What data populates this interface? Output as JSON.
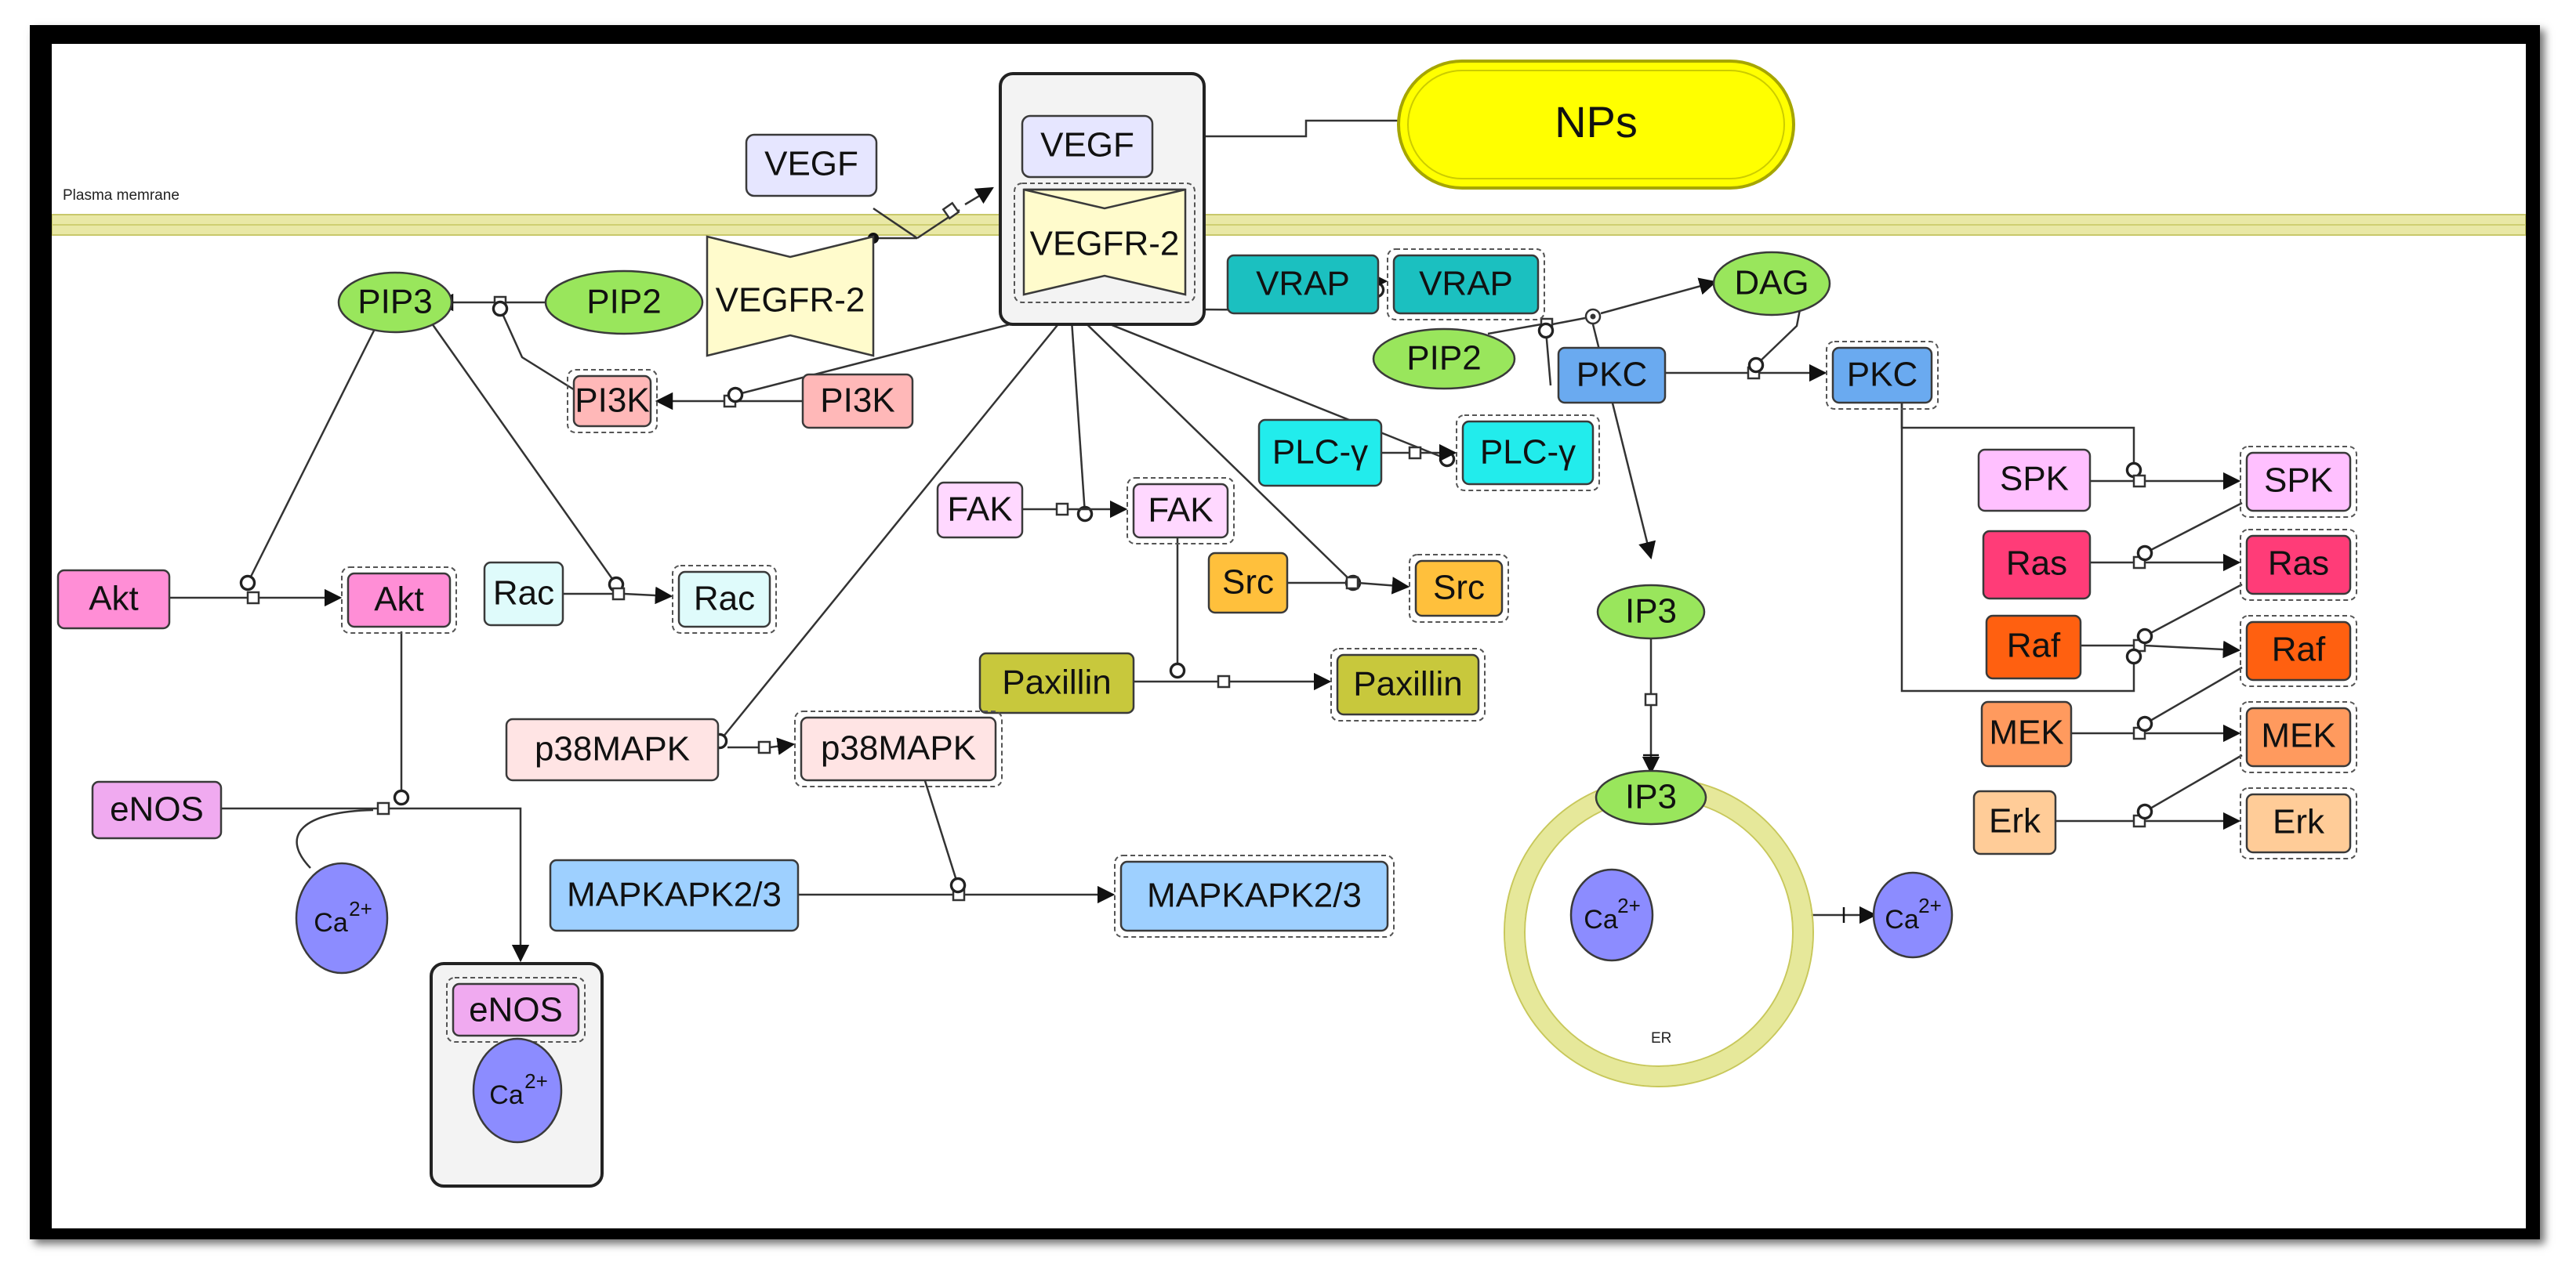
{
  "labels": {
    "membrane": "Plasma memrane",
    "nps": "NPs",
    "vegf": "VEGF",
    "vegfr2": "VEGFR-2",
    "pip3": "PIP3",
    "pip2": "PIP2",
    "pi3k": "PI3K",
    "akt": "Akt",
    "rac": "Rac",
    "enos": "eNOS",
    "ca": "Ca",
    "ca_sup": "2+",
    "vrap": "VRAP",
    "dag": "DAG",
    "pkc": "PKC",
    "plcg": "PLC-γ",
    "fak": "FAK",
    "src": "Src",
    "paxillin": "Paxillin",
    "p38mapk": "p38MAPK",
    "mapkapk": "MAPKAPK2/3",
    "ip3": "IP3",
    "er": "ER",
    "spk": "SPK",
    "ras": "Ras",
    "raf": "Raf",
    "mek": "MEK",
    "erk": "Erk"
  },
  "colors": {
    "nps": "#ffff00",
    "membrane": "#e9e8a6",
    "vegf": "#e6e6ff",
    "vegfr2": "#fffbcc",
    "small_molecule": "#99e65c",
    "pi3k": "#ffb8b8",
    "akt": "#ff8ed6",
    "rac": "#dffbfb",
    "enos": "#f0aaf0",
    "calcium": "#8c8cff",
    "vrap": "#1bc0c0",
    "pkc": "#6aaaf0",
    "plcg": "#22ecec",
    "fak": "#ffd8ff",
    "src": "#ffc03c",
    "paxillin": "#c8c83c",
    "p38mapk": "#ffe4e4",
    "mapkapk": "#9ed0ff",
    "spk": "#ffc0ff",
    "ras": "#ff3c78",
    "raf": "#ff6010",
    "mek": "#ff9a5e",
    "erk": "#ffcc98",
    "er": "#e6e89a"
  }
}
